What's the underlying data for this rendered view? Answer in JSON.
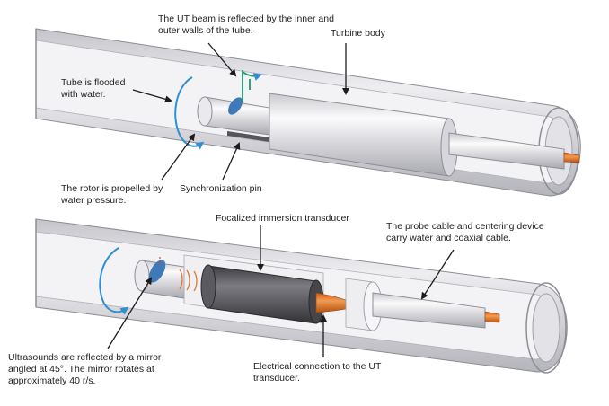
{
  "labels": {
    "ut_beam": "The UT beam is reflected by the inner and\nouter walls of the tube.",
    "turbine_body": "Turbine body",
    "tube_flooded": "Tube is flooded\nwith water.",
    "rotor": "The rotor is propelled by\nwater pressure.",
    "sync_pin": "Synchronization pin",
    "focalized": "Focalized immersion transducer",
    "probe_cable": "The probe cable and centering device\ncarry water and coaxial cable.",
    "ultrasounds": "Ultrasounds are reflected by a mirror\nangled at 45°. The mirror rotates at\napproximately 40 r/s.",
    "electrical": "Electrical connection to the UT\ntransducer."
  },
  "colors": {
    "tube_light": "#d9d9de",
    "tube_dark": "#a5a5ad",
    "tube_inner": "#f1f1f4",
    "core_dark": "#4a4a4e",
    "connector_orange": "#e0772c",
    "rotation_blue": "#2f8fcf",
    "beam_green": "#1a9a6a",
    "mirror_blue": "#3f79b8",
    "leader_line": "#1c1c1c"
  },
  "icons": [
    "rotation-arrow-icon",
    "mirror-icon",
    "ut-beam-icon",
    "ultrasound-wave-icon"
  ]
}
